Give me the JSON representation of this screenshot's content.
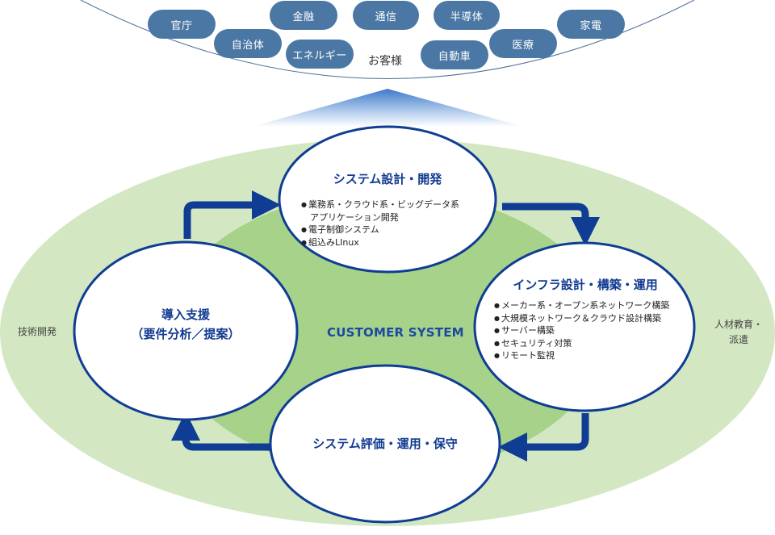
{
  "customers": {
    "label": "お客様",
    "industries": [
      "官庁",
      "自治体",
      "金融",
      "エネルギー",
      "通信",
      "半導体",
      "自動車",
      "医療",
      "家電"
    ]
  },
  "side_labels": {
    "left": "技術開発",
    "right_line1": "人材教育・",
    "right_line2": "派遣"
  },
  "center_label": "CUSTOMER SYSTEM",
  "phases": {
    "design": {
      "title": "システム設計・開発",
      "items": [
        "業務系・クラウド系・ビッグデータ系",
        "アプリケーション開発",
        "電子制御システム",
        "組込みLInux"
      ]
    },
    "infra": {
      "title": "インフラ設計・構築・運用",
      "items": [
        "メーカー系・オープン系ネットワーク構築",
        "大規模ネットワーク＆クラウド設計構築",
        "サーバー構築",
        "セキュリティ対策",
        "リモート監視"
      ]
    },
    "operation": {
      "title": "システム評価・運用・保守"
    },
    "introduction": {
      "title_line1": "導入支援",
      "title_line2": "（要件分析／提案）"
    }
  },
  "colors": {
    "pill": "#4b77a5",
    "outer_ellipse": "#d3e8c2",
    "inner_ellipse": "#a6d28a",
    "circle_border": "#0f3d94",
    "arrow": "#0f3d94",
    "title": "#123a91"
  }
}
